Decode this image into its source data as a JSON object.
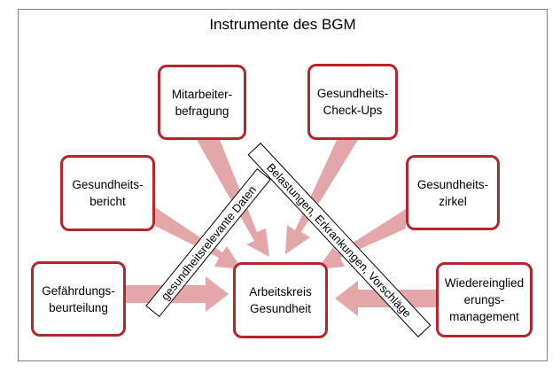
{
  "title": "Instrumente des BGM",
  "boxes": {
    "mitarbeiterbefragung": "Mitarbeiter-\nbefragung",
    "gesundheits_checkups": "Gesundheits-\nCheck-Ups",
    "gesundheitsbericht": "Gesundheits-\nbericht",
    "gesundheitszirkel": "Gesundheits-\nzirkel",
    "gefaehrdungsbeurteilung": "Gefährdungs-\nbeurteilung",
    "wiedereingliederungsmanagement": "Wiedereinglied\nerungs-\nmanagement",
    "arbeitskreis": "Arbeitskreis\nGesundheit"
  },
  "bands": {
    "left": "gesundheitsrelevante Daten",
    "right": "Belastungen, Erkrankungen, Vorschläge"
  },
  "colors": {
    "box_border": "#b3262b",
    "arrow_fill": "#e3a7a9",
    "frame_border": "#7f7f7f"
  }
}
